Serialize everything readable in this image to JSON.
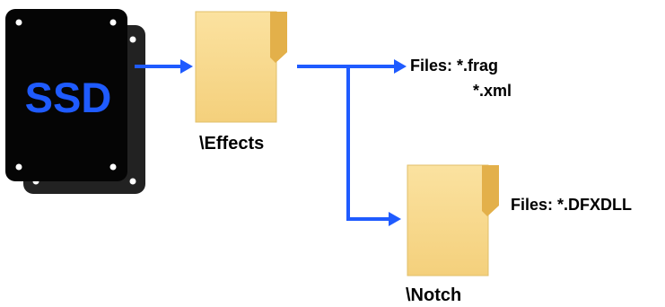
{
  "colors": {
    "arrow": "#1f5bff",
    "ssd_front": "#050505",
    "ssd_back": "#222222",
    "ssd_text": "#1f5bff",
    "folder_front": "#f9dc8e",
    "folder_back": "#e9b84a"
  },
  "ssd": {
    "label": "SSD"
  },
  "folders": {
    "effects": {
      "label": "\\Effects",
      "icon": "folder-icon"
    },
    "notch": {
      "label": "\\Notch",
      "icon": "folder-icon"
    }
  },
  "files": {
    "effects_line1": "Files: *.frag",
    "effects_line2": "*.xml",
    "notch": "Files: *.DFXDLL"
  }
}
